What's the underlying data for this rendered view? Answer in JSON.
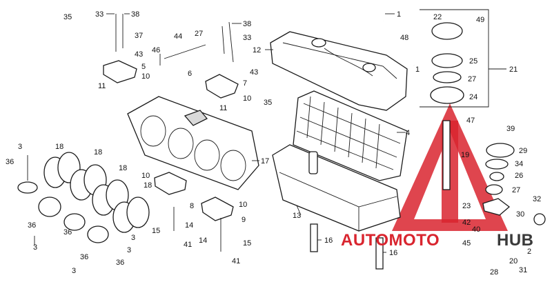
{
  "colors": {
    "ink": "#1a1a1a",
    "watermark_red": "#d9252f",
    "watermark_dark": "#3a3a3a"
  },
  "watermark": {
    "brand_main": "AUTOMOTO",
    "brand_end": "HUB"
  },
  "callouts": [
    {
      "key": "c35a",
      "text": "35"
    },
    {
      "key": "c33a",
      "text": "33"
    },
    {
      "key": "c38a",
      "text": "38"
    },
    {
      "key": "c37",
      "text": "37"
    },
    {
      "key": "c43a",
      "text": "43"
    },
    {
      "key": "c5",
      "text": "5"
    },
    {
      "key": "c10a",
      "text": "10"
    },
    {
      "key": "c11a",
      "text": "11"
    },
    {
      "key": "c46",
      "text": "46"
    },
    {
      "key": "c44",
      "text": "44"
    },
    {
      "key": "c6",
      "text": "6"
    },
    {
      "key": "c27a",
      "text": "27"
    },
    {
      "key": "c38b",
      "text": "38"
    },
    {
      "key": "c33b",
      "text": "33"
    },
    {
      "key": "c43b",
      "text": "43"
    },
    {
      "key": "c7",
      "text": "7"
    },
    {
      "key": "c10b",
      "text": "10"
    },
    {
      "key": "c11b",
      "text": "11"
    },
    {
      "key": "c12",
      "text": "12"
    },
    {
      "key": "c1a",
      "text": "1"
    },
    {
      "key": "c48",
      "text": "48"
    },
    {
      "key": "c1b",
      "text": "1"
    },
    {
      "key": "c22",
      "text": "22"
    },
    {
      "key": "c49",
      "text": "49"
    },
    {
      "key": "c25",
      "text": "25"
    },
    {
      "key": "c21",
      "text": "21"
    },
    {
      "key": "c27b",
      "text": "27"
    },
    {
      "key": "c24",
      "text": "24"
    },
    {
      "key": "c47",
      "text": "47"
    },
    {
      "key": "c35b",
      "text": "35"
    },
    {
      "key": "c4",
      "text": "4"
    },
    {
      "key": "c39",
      "text": "39"
    },
    {
      "key": "c29",
      "text": "29"
    },
    {
      "key": "c19",
      "text": "19"
    },
    {
      "key": "c34",
      "text": "34"
    },
    {
      "key": "c26",
      "text": "26"
    },
    {
      "key": "c27c",
      "text": "27"
    },
    {
      "key": "c17",
      "text": "17"
    },
    {
      "key": "c3a",
      "text": "3"
    },
    {
      "key": "c36a",
      "text": "36"
    },
    {
      "key": "c18a",
      "text": "18"
    },
    {
      "key": "c18b",
      "text": "18"
    },
    {
      "key": "c18c",
      "text": "18"
    },
    {
      "key": "c18d",
      "text": "18"
    },
    {
      "key": "c10c",
      "text": "10"
    },
    {
      "key": "c8",
      "text": "8"
    },
    {
      "key": "c10d",
      "text": "10"
    },
    {
      "key": "c9",
      "text": "9"
    },
    {
      "key": "c15a",
      "text": "15"
    },
    {
      "key": "c14a",
      "text": "14"
    },
    {
      "key": "c14b",
      "text": "14"
    },
    {
      "key": "c15b",
      "text": "15"
    },
    {
      "key": "c41a",
      "text": "41"
    },
    {
      "key": "c41b",
      "text": "41"
    },
    {
      "key": "c13",
      "text": "13"
    },
    {
      "key": "c16a",
      "text": "16"
    },
    {
      "key": "c16b",
      "text": "16"
    },
    {
      "key": "c23",
      "text": "23"
    },
    {
      "key": "c30",
      "text": "30"
    },
    {
      "key": "c42",
      "text": "42"
    },
    {
      "key": "c40",
      "text": "40"
    },
    {
      "key": "c45",
      "text": "45"
    },
    {
      "key": "c32",
      "text": "32"
    },
    {
      "key": "c2",
      "text": "2"
    },
    {
      "key": "c20",
      "text": "20"
    },
    {
      "key": "c28",
      "text": "28"
    },
    {
      "key": "c31",
      "text": "31"
    },
    {
      "key": "c36b",
      "text": "36"
    },
    {
      "key": "c3b",
      "text": "3"
    },
    {
      "key": "c36c",
      "text": "36"
    },
    {
      "key": "c36d",
      "text": "36"
    },
    {
      "key": "c3c",
      "text": "3"
    },
    {
      "key": "c3d",
      "text": "3"
    },
    {
      "key": "c36e",
      "text": "36"
    },
    {
      "key": "c3e",
      "text": "3"
    }
  ]
}
